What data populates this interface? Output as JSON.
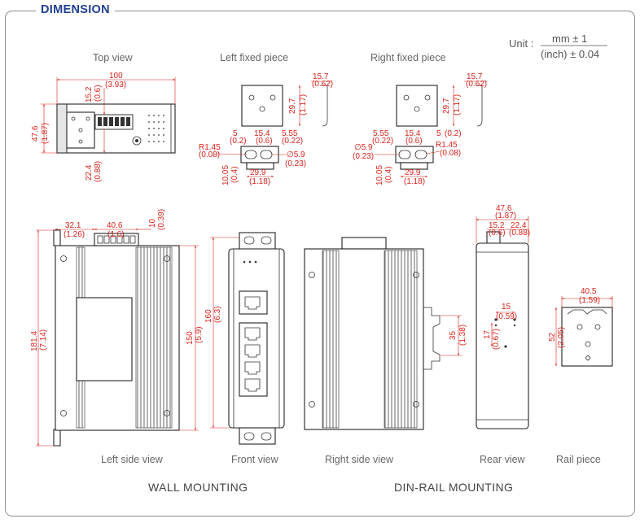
{
  "header": {
    "title": "DIMENSION"
  },
  "unit": {
    "prefix": "Unit :",
    "numerator": "mm ± 1",
    "denominator": "(inch) ± 0.04"
  },
  "views": {
    "top": "Top view",
    "left_fixed": "Left fixed piece",
    "right_fixed": "Right fixed piece",
    "left_side": "Left side view",
    "front": "Front view",
    "right_side": "Right side view",
    "rear": "Rear view",
    "rail": "Rail piece"
  },
  "sections": {
    "wall": "WALL MOUNTING",
    "din": "DIN-RAIL MOUNTING"
  },
  "dimensions": {
    "top_width": "100",
    "top_width_in": "(3.93)",
    "top_depth": "47.6",
    "top_depth_in": "(1.87)",
    "top_a": "15.2",
    "top_a_in": "(0.6)",
    "top_b": "22.4",
    "top_b_in": "(0.88)",
    "lf_height": "29.7",
    "lf_height_in": "(1.17)",
    "lf_flange": "15.7",
    "lf_flange_in": "(0.62)",
    "lf_a": "5",
    "lf_a_in": "(0.2)",
    "lf_b": "15.4",
    "lf_b_in": "(0.6)",
    "lf_c": "5.55",
    "lf_c_in": "(0.22)",
    "lf_r": "R1.45",
    "lf_r_in": "(0.08)",
    "lf_hole": "∅5.9",
    "lf_hole_in": "(0.23)",
    "lf_h": "10.05",
    "lf_h_in": "(0.4)",
    "lf_w": "29.9",
    "lf_w_in": "(1.18)",
    "rf_height": "29.7",
    "rf_height_in": "(1.17)",
    "rf_flange": "15.7",
    "rf_flange_in": "(0.62)",
    "rf_a": "5.55",
    "rf_a_in": "(0.22)",
    "rf_b": "15.4",
    "rf_b_in": "(0.6)",
    "rf_c": "5",
    "rf_c_in": "(0.2)",
    "rf_r": "R1.45",
    "rf_r_in": "(0.08)",
    "rf_hole": "∅5.9",
    "rf_hole_in": "(0.23)",
    "rf_h": "10.05",
    "rf_h_in": "(0.4)",
    "rf_w": "29.9",
    "rf_w_in": "(1.18)",
    "ls_a": "32.1",
    "ls_a_in": "(1.26)",
    "ls_b": "40.6",
    "ls_b_in": "(1.6)",
    "ls_c": "10",
    "ls_c_in": "(0.39)",
    "ls_total": "181.4",
    "ls_total_in": "(7.14)",
    "ls_body": "150",
    "ls_body_in": "(5.9)",
    "fr_height": "160",
    "fr_height_in": "(6.3)",
    "rs_clip": "35",
    "rs_clip_in": "(1.38)",
    "rv_depth": "47.6",
    "rv_depth_in": "(1.87)",
    "rv_a": "15.2",
    "rv_a_in": "(0.6)",
    "rv_b": "22.4",
    "rv_b_in": "(0.88)",
    "rv_hole_w": "15",
    "rv_hole_w_in": "(0.59)",
    "rv_hole_h": "17",
    "rv_hole_h_in": "(0.67)",
    "rp_w": "40.5",
    "rp_w_in": "(1.59)",
    "rp_h": "52",
    "rp_h_in": "(2.05)"
  }
}
